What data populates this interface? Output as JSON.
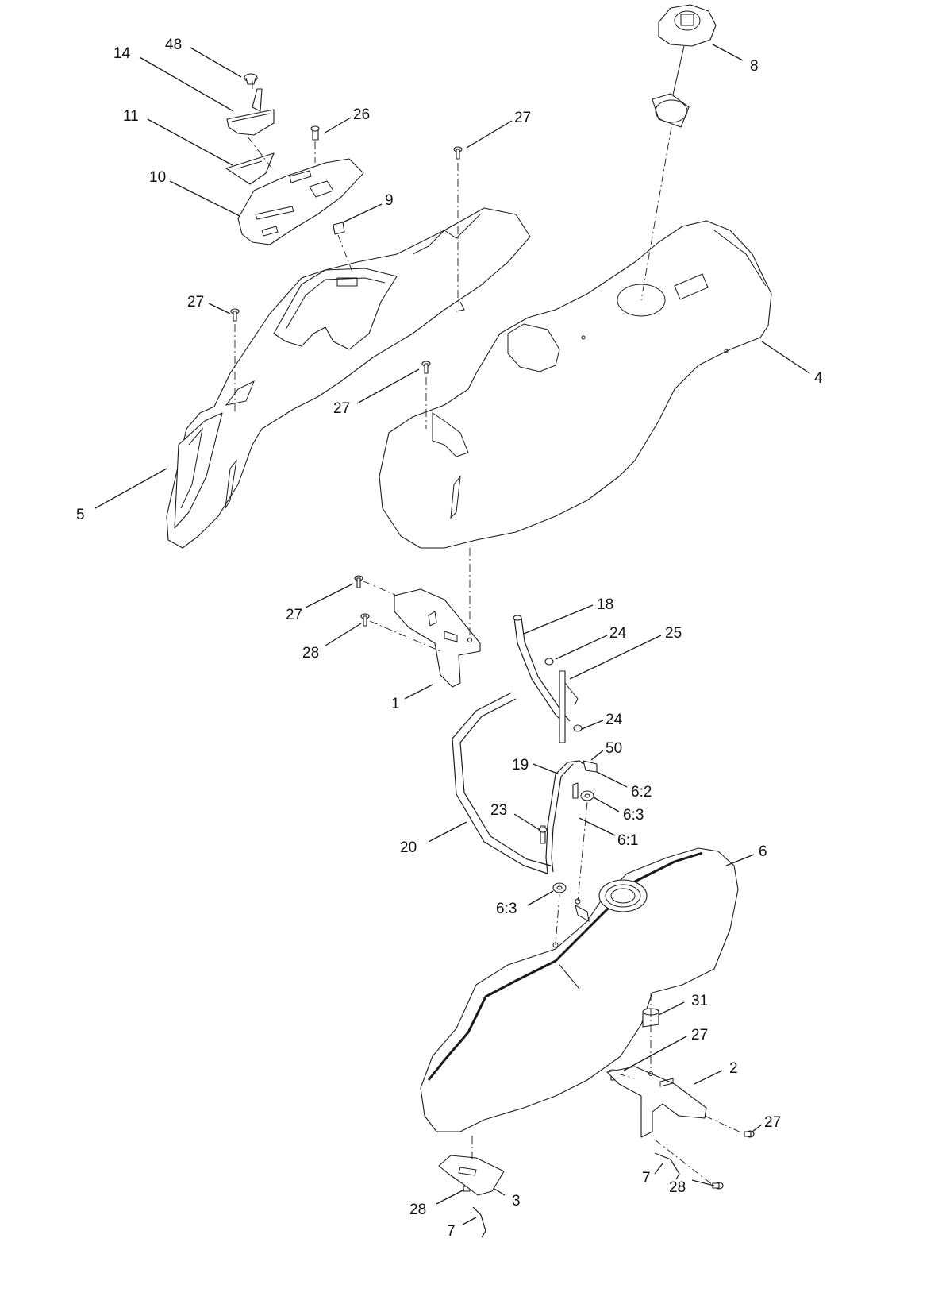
{
  "callouts": [
    {
      "id": "c48",
      "text": "48"
    },
    {
      "id": "c14",
      "text": "14"
    },
    {
      "id": "c11",
      "text": "11"
    },
    {
      "id": "c26",
      "text": "26"
    },
    {
      "id": "c27a",
      "text": "27"
    },
    {
      "id": "c10",
      "text": "10"
    },
    {
      "id": "c9",
      "text": "9"
    },
    {
      "id": "c8",
      "text": "8"
    },
    {
      "id": "c4",
      "text": "4"
    },
    {
      "id": "c27b",
      "text": "27"
    },
    {
      "id": "c27c",
      "text": "27"
    },
    {
      "id": "c5",
      "text": "5"
    },
    {
      "id": "c27d",
      "text": "27"
    },
    {
      "id": "c28a",
      "text": "28"
    },
    {
      "id": "c1",
      "text": "1"
    },
    {
      "id": "c18",
      "text": "18"
    },
    {
      "id": "c24a",
      "text": "24"
    },
    {
      "id": "c25",
      "text": "25"
    },
    {
      "id": "c24b",
      "text": "24"
    },
    {
      "id": "c50",
      "text": "50"
    },
    {
      "id": "c19",
      "text": "19"
    },
    {
      "id": "c62",
      "text": "6:2"
    },
    {
      "id": "c63a",
      "text": "6:3"
    },
    {
      "id": "c23",
      "text": "23"
    },
    {
      "id": "c61",
      "text": "6:1"
    },
    {
      "id": "c20",
      "text": "20"
    },
    {
      "id": "c6",
      "text": "6"
    },
    {
      "id": "c63b",
      "text": "6:3"
    },
    {
      "id": "c31",
      "text": "31"
    },
    {
      "id": "c27e",
      "text": "27"
    },
    {
      "id": "c2",
      "text": "2"
    },
    {
      "id": "c27f",
      "text": "27"
    },
    {
      "id": "c7a",
      "text": "7"
    },
    {
      "id": "c28b",
      "text": "28"
    },
    {
      "id": "c3",
      "text": "3"
    },
    {
      "id": "c28c",
      "text": "28"
    },
    {
      "id": "c7b",
      "text": "7"
    }
  ]
}
